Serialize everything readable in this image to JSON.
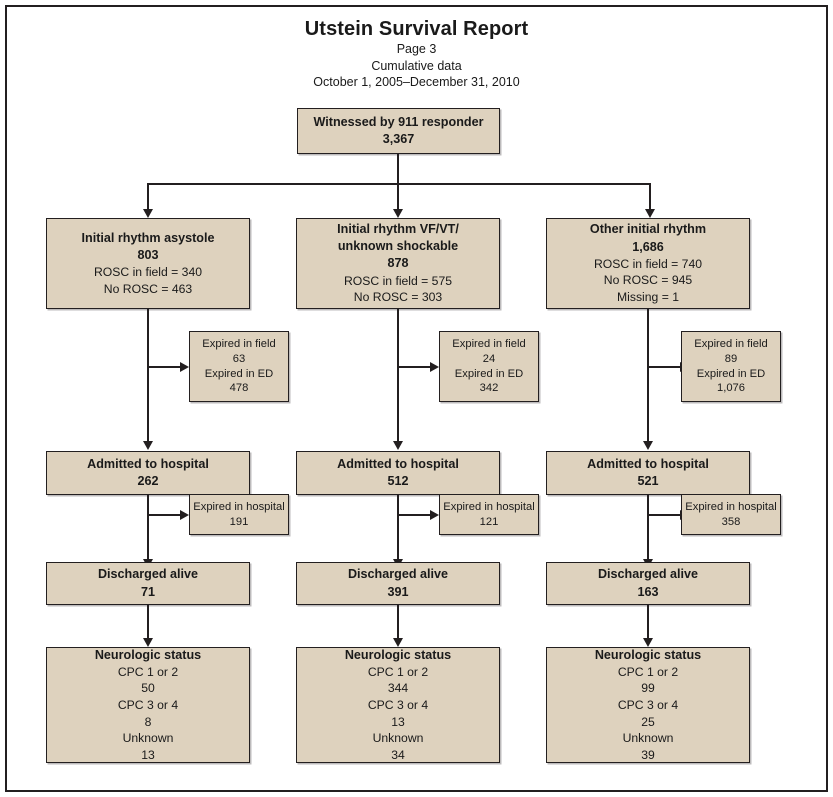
{
  "document": {
    "title": "Utstein Survival Report",
    "page_label": "Page 3",
    "data_kind": "Cumulative data",
    "date_range": "October 1, 2005–December 31, 2010"
  },
  "colors": {
    "box_fill": "#ded2be",
    "box_border": "#231f20",
    "page_background": "#ffffff",
    "text": "#1a1a1a"
  },
  "root": {
    "label": "Witnessed by 911 responder",
    "count": "3,367"
  },
  "columns": [
    {
      "rhythm": {
        "label_line1": "Initial rhythm asystole",
        "label_line2": "",
        "count": "803",
        "detail": [
          "ROSC in field = 340",
          "No ROSC = 463"
        ]
      },
      "expired_prehospital": {
        "field_label": "Expired in field",
        "field_value": "63",
        "ed_label": "Expired in ED",
        "ed_value": "478"
      },
      "admitted": {
        "label": "Admitted to hospital",
        "count": "262"
      },
      "expired_hospital": {
        "label": "Expired in hospital",
        "count": "191"
      },
      "discharged": {
        "label": "Discharged alive",
        "count": "71"
      },
      "neuro": {
        "label": "Neurologic status",
        "rows": [
          {
            "label": "CPC 1 or 2",
            "value": "50"
          },
          {
            "label": "CPC 3 or 4",
            "value": "8"
          },
          {
            "label": "Unknown",
            "value": "13"
          }
        ]
      }
    },
    {
      "rhythm": {
        "label_line1": "Initial rhythm VF/VT/",
        "label_line2": "unknown shockable",
        "count": "878",
        "detail": [
          "ROSC in field = 575",
          "No ROSC = 303"
        ]
      },
      "expired_prehospital": {
        "field_label": "Expired in field",
        "field_value": "24",
        "ed_label": "Expired in ED",
        "ed_value": "342"
      },
      "admitted": {
        "label": "Admitted to hospital",
        "count": "512"
      },
      "expired_hospital": {
        "label": "Expired in hospital",
        "count": "121"
      },
      "discharged": {
        "label": "Discharged alive",
        "count": "391"
      },
      "neuro": {
        "label": "Neurologic status",
        "rows": [
          {
            "label": "CPC 1 or 2",
            "value": "344"
          },
          {
            "label": "CPC 3 or 4",
            "value": "13"
          },
          {
            "label": "Unknown",
            "value": "34"
          }
        ]
      }
    },
    {
      "rhythm": {
        "label_line1": "Other initial rhythm",
        "label_line2": "",
        "count": "1,686",
        "detail": [
          "ROSC in field = 740",
          "No ROSC = 945",
          "Missing = 1"
        ]
      },
      "expired_prehospital": {
        "field_label": "Expired in field",
        "field_value": "89",
        "ed_label": "Expired in ED",
        "ed_value": "1,076"
      },
      "admitted": {
        "label": "Admitted to hospital",
        "count": "521"
      },
      "expired_hospital": {
        "label": "Expired in hospital",
        "count": "358"
      },
      "discharged": {
        "label": "Discharged alive",
        "count": "163"
      },
      "neuro": {
        "label": "Neurologic status",
        "rows": [
          {
            "label": "CPC 1 or 2",
            "value": "99"
          },
          {
            "label": "CPC 3 or 4",
            "value": "25"
          },
          {
            "label": "Unknown",
            "value": "39"
          }
        ]
      }
    }
  ]
}
